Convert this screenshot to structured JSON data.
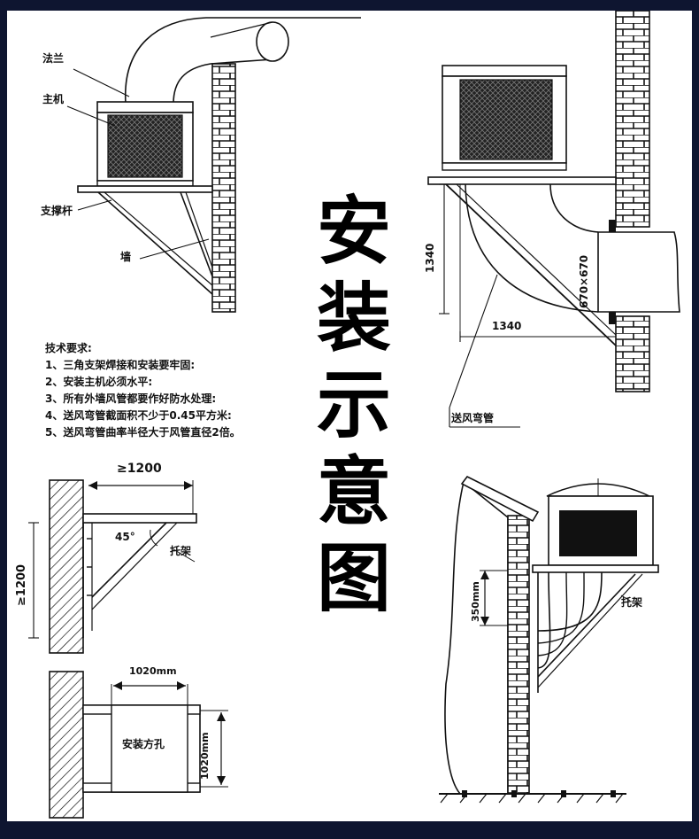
{
  "title": [
    "安",
    "装",
    "示",
    "意",
    "图"
  ],
  "top_left": {
    "labels": {
      "flange": "法兰",
      "host": "主机",
      "support_rod": "支撑杆",
      "wall": "墙"
    }
  },
  "notes": {
    "heading": "技术要求:",
    "items": [
      "1、三角支架焊接和安装要牢固:",
      "2、安装主机必须水平:",
      "3、所有外墙风管都要作好防水处理:",
      "4、送风弯管截面积不少于0.45平方米:",
      "5、送风弯管曲率半径大于风管直径2倍。"
    ]
  },
  "top_right": {
    "height_dim": "1340",
    "width_dim": "1340",
    "duct_dim": "670×670",
    "elbow_label": "送风弯管"
  },
  "bracket": {
    "width_dim": "≥1200",
    "height_dim": "≥1200",
    "angle": "45°",
    "label": "托架"
  },
  "opening": {
    "width_dim": "1020mm",
    "height_dim": "1020mm",
    "label": "安装方孔"
  },
  "roof": {
    "height_dim": "350mm",
    "label": "托架"
  }
}
